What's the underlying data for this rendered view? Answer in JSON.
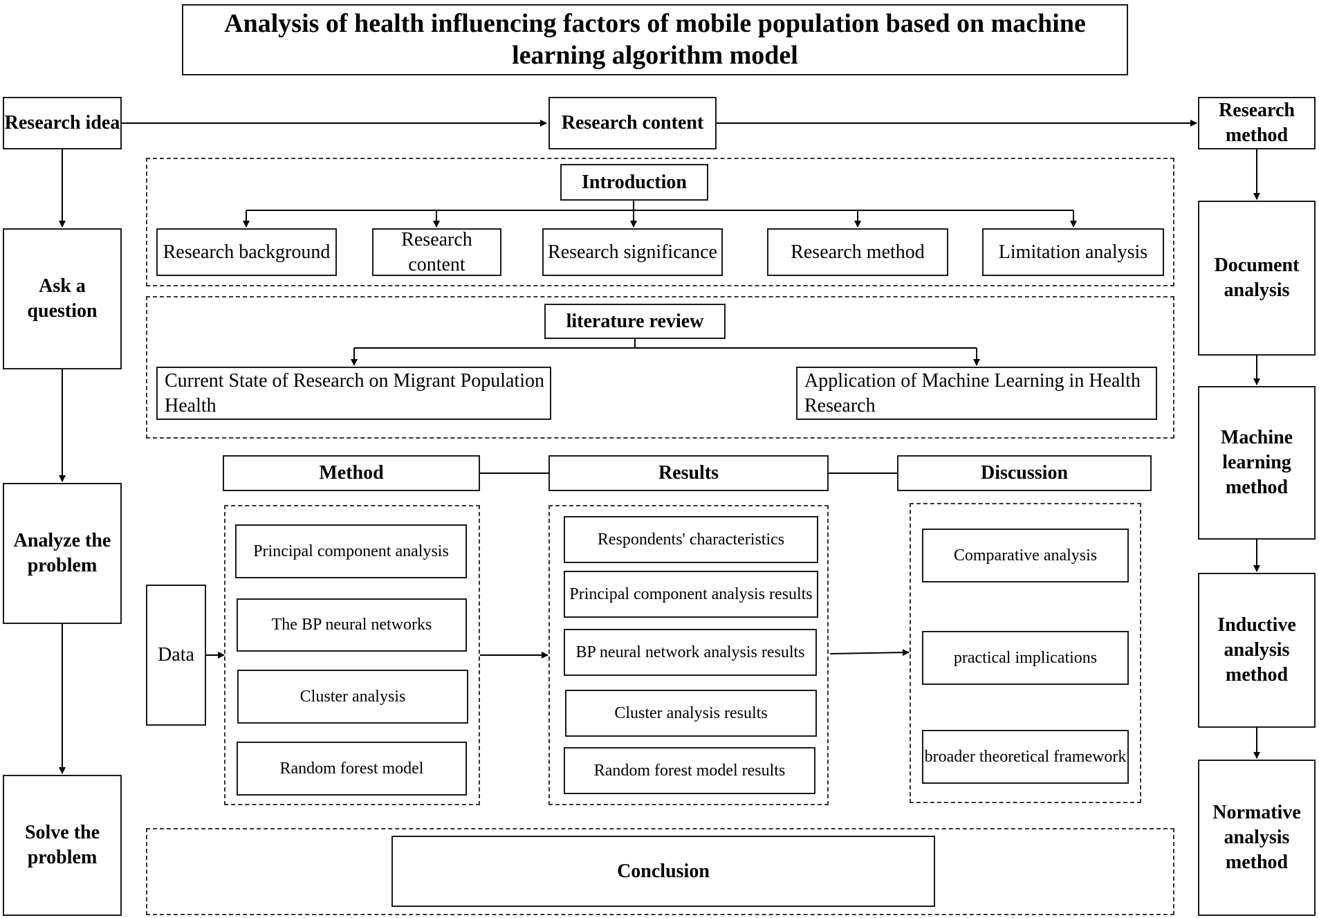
{
  "title": "Analysis of health influencing factors of mobile population based on machine learning algorithm model",
  "research_idea": {
    "label": "Research idea",
    "steps": [
      "Ask a question",
      "Analyze the problem",
      "Solve the problem"
    ]
  },
  "research_content": {
    "label": "Research content"
  },
  "research_method": {
    "label": "Research method",
    "steps": [
      "Document analysis",
      "Machine learning method",
      "Inductive analysis method",
      "Normative analysis method"
    ]
  },
  "introduction": {
    "label": "Introduction",
    "items": [
      "Research background",
      "Research content",
      "Research significance",
      "Research method",
      "Limitation analysis"
    ]
  },
  "literature_review": {
    "label": "literature review",
    "items": [
      "Current State of Research on Migrant Population Health",
      "Application of Machine Learning in Health Research"
    ]
  },
  "data_label": "Data",
  "method": {
    "label": "Method",
    "items": [
      "Principal component analysis",
      "The BP neural networks",
      "Cluster analysis",
      "Random forest model"
    ]
  },
  "results": {
    "label": "Results",
    "items": [
      "Respondents' characteristics",
      "Principal component analysis results",
      "BP neural network analysis results",
      "Cluster analysis results",
      "Random forest model results"
    ]
  },
  "discussion": {
    "label": "Discussion",
    "items": [
      "Comparative analysis",
      "practical implications",
      "broader theoretical framework"
    ]
  },
  "conclusion": "Conclusion"
}
